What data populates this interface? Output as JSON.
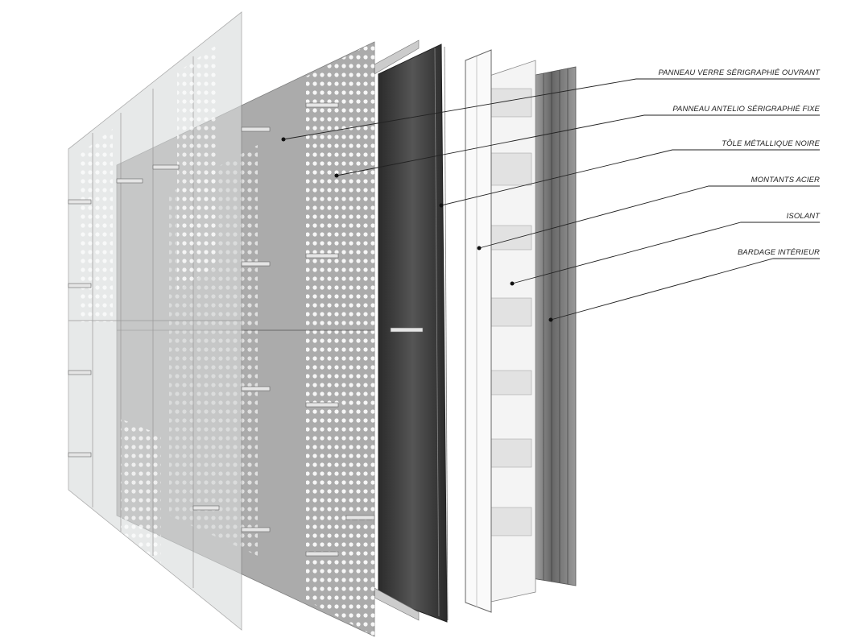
{
  "diagram": {
    "labels": [
      {
        "text": "PANNEAU VERRE SÉRIGRAPHIÉ OUVRANT"
      },
      {
        "text": "PANNEAU ANTELIO SÉRIGRAPHIÉ FIXE"
      },
      {
        "text": "TÔLE MÉTALLIQUE NOIRE"
      },
      {
        "text": "MONTANTS ACIER"
      },
      {
        "text": "ISOLANT"
      },
      {
        "text": "BARDAGE INTÉRIEUR"
      }
    ],
    "colors": {
      "line": "#222222",
      "glass": "#d9dcdc",
      "antelio": "#9a9a9a",
      "metal": "#3a3a3a"
    }
  }
}
